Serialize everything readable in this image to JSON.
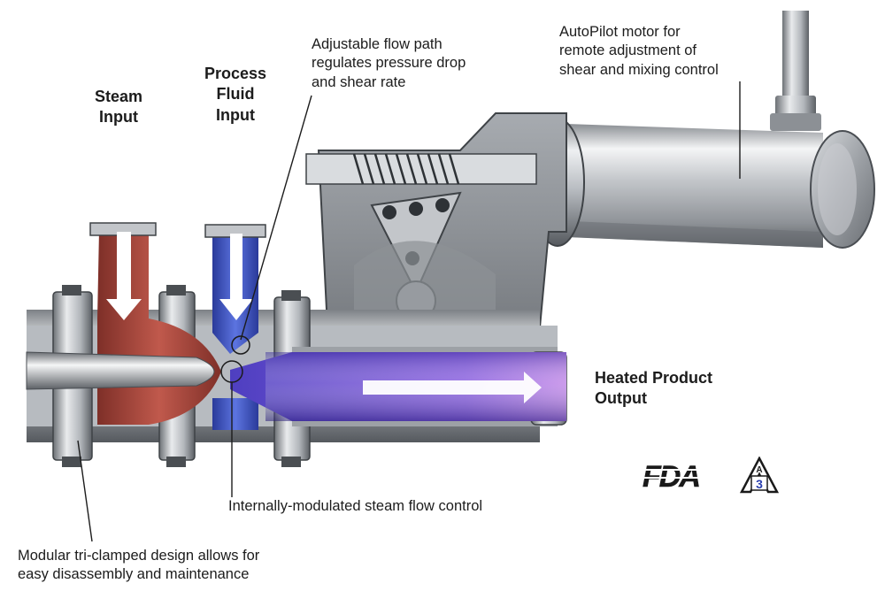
{
  "labels": {
    "steam_input": [
      "Steam",
      "Input"
    ],
    "process_fluid_input": [
      "Process",
      "Fluid",
      "Input"
    ],
    "flow_path": [
      "Adjustable flow path",
      "regulates pressure drop",
      "and shear rate"
    ],
    "autopilot": [
      "AutoPilot motor for",
      "remote adjustment of",
      "shear and mixing control"
    ],
    "heated_output": [
      "Heated Product",
      "Output"
    ],
    "steam_control": "Internally-modulated steam flow control",
    "modular": [
      "Modular tri-clamped design allows for",
      "easy disassembly and maintenance"
    ]
  },
  "logos": {
    "fda": "FDA",
    "three_a_letter": "A",
    "three_a_number": "3"
  },
  "colors": {
    "steam": "#a8443a",
    "process_fluid": "#3c56c8",
    "product": "#7a4fd0",
    "steel_light": "#e6e8ea",
    "steel_mid": "#a9adb2",
    "steel_dark": "#5a5e63",
    "text": "#1c1c1c"
  }
}
